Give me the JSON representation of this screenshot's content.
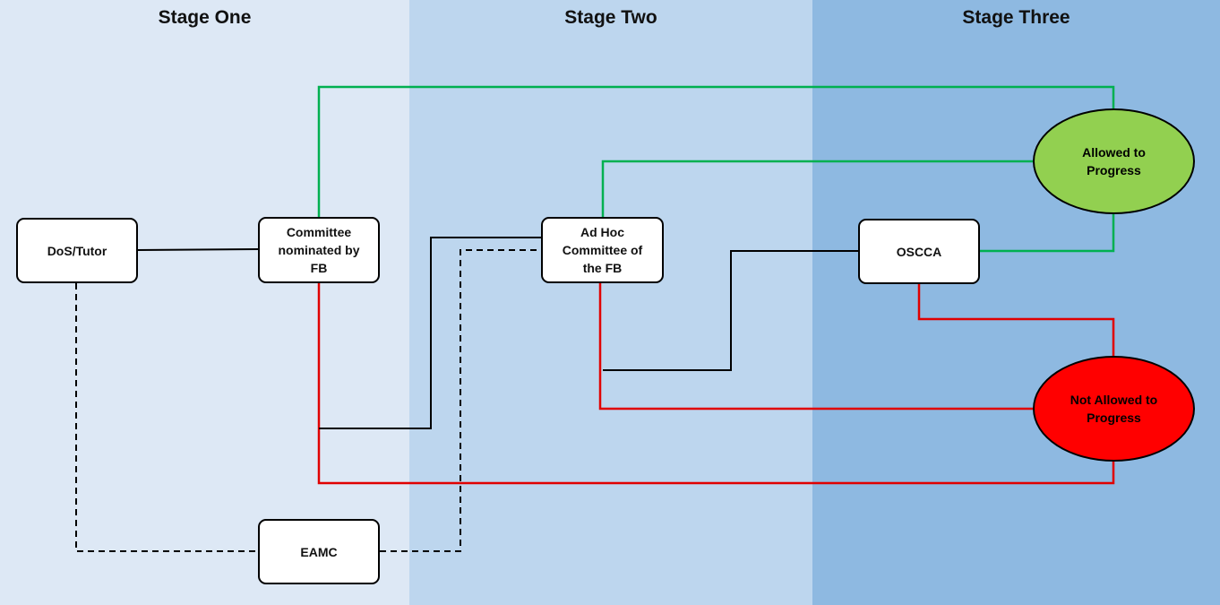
{
  "lanes": [
    {
      "title": "Stage One",
      "color": "#dde8f5"
    },
    {
      "title": "Stage Two",
      "color": "#bdd6ee"
    },
    {
      "title": "Stage Three",
      "color": "#8eb9e1"
    }
  ],
  "nodes": {
    "dos_tutor": {
      "label": "DoS/Tutor"
    },
    "committee_fb": {
      "label": "Committee\nnominated by\nFB"
    },
    "ad_hoc": {
      "label": "Ad Hoc\nCommittee of\nthe FB"
    },
    "oscca": {
      "label": "OSCCA"
    },
    "eamc": {
      "label": "EAMC"
    },
    "allowed": {
      "label": "Allowed to\nProgress",
      "color": "#92d050"
    },
    "not_allowed": {
      "label": "Not Allowed to\nProgress",
      "color": "#ff0000"
    }
  },
  "connector_colors": {
    "neutral": "#000000",
    "positive": "#00b050",
    "negative": "#e00000"
  }
}
